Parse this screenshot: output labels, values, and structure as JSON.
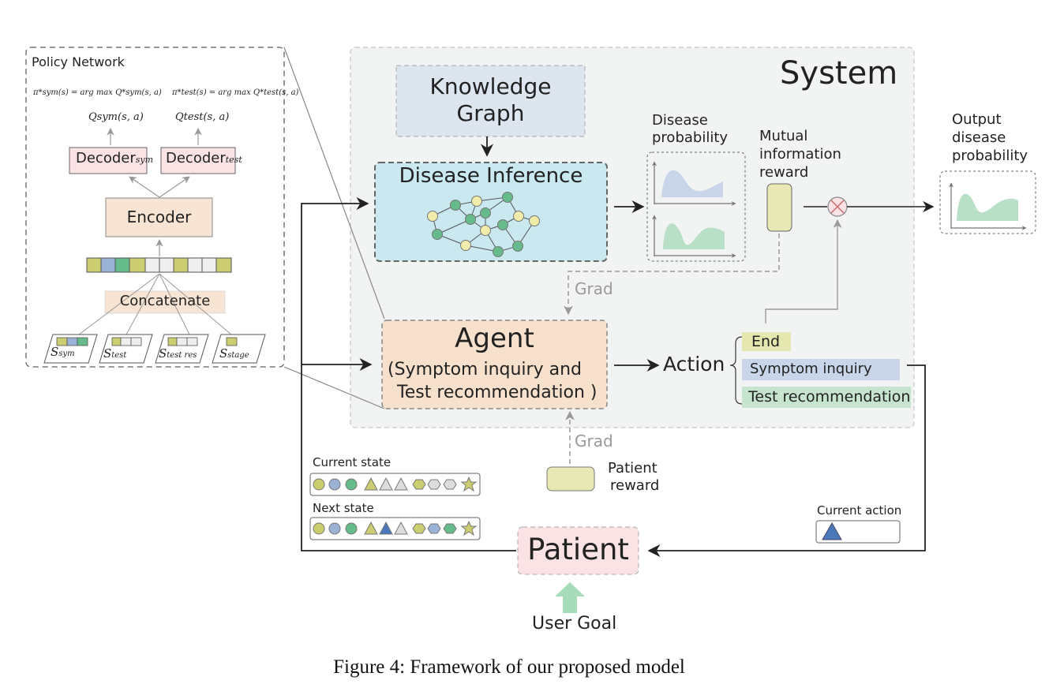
{
  "system": {
    "title": "System"
  },
  "knowledge_graph": {
    "label_line1": "Knowledge",
    "label_line2": "Graph"
  },
  "disease_inference": {
    "label": "Disease Inference"
  },
  "disease_probability": {
    "label_line1": "Disease",
    "label_line2": "probability"
  },
  "mutual_information": {
    "label_line1": "Mutual",
    "label_line2": "information",
    "label_line3": "reward"
  },
  "output_probability": {
    "label_line1": "Output",
    "label_line2": "disease",
    "label_line3": "probability"
  },
  "grad": {
    "upper": "Grad",
    "lower": "Grad"
  },
  "agent": {
    "title": "Agent",
    "line2": "(Symptom inquiry and",
    "line3": "Test recommendation )"
  },
  "action": {
    "label": "Action",
    "end": "End",
    "symptom_inquiry": "Symptom inquiry",
    "test_recommendation": "Test recommendation"
  },
  "patient_reward": {
    "line1": "Patient",
    "line2": "reward"
  },
  "patient": {
    "label": "Patient"
  },
  "user_goal": {
    "label": "User Goal"
  },
  "current_state": {
    "label": "Current state"
  },
  "next_state": {
    "label": "Next state"
  },
  "current_action": {
    "label": "Current action"
  },
  "policy_network": {
    "title": "Policy Network",
    "formula_sym": "π*sym(s) = arg max Q*sym(s, a)",
    "formula_test": "π*test(s) = arg max Q*test(s, a)",
    "q_sym": "Qsym(s, a)",
    "q_test": "Qtest(s, a)",
    "decoder_sym": "Decoder",
    "decoder_sym_sub": "sym",
    "decoder_test": "Decoder",
    "decoder_test_sub": "test",
    "encoder": "Encoder",
    "concatenate": "Concatenate",
    "s_sym": "S",
    "s_sym_sub": "sym",
    "s_test": "S",
    "s_test_sub": "test",
    "s_test_res": "S",
    "s_test_res_sub": "test res",
    "s_stage": "S",
    "s_stage_sub": "stage"
  },
  "caption": "Figure 4: Framework of our proposed model",
  "colors": {
    "system_bg": "#f2f4f4",
    "kg_fill": "#dde6ef",
    "inference_fill": "#c9e8f0",
    "agent_fill": "#f7e1cc",
    "patient_fill": "#fbe3e5",
    "reward_fill": "#e8e8b4",
    "yellow": "#cccc70",
    "blue": "#9ab2d5",
    "green": "#66bb8a",
    "dark_blue": "#4a78b8",
    "end_fill": "#e4e7b0",
    "symptom_fill": "#c9d6ea",
    "test_fill": "#c7e4cf",
    "arrow_up_green": "#a7dcbb"
  }
}
